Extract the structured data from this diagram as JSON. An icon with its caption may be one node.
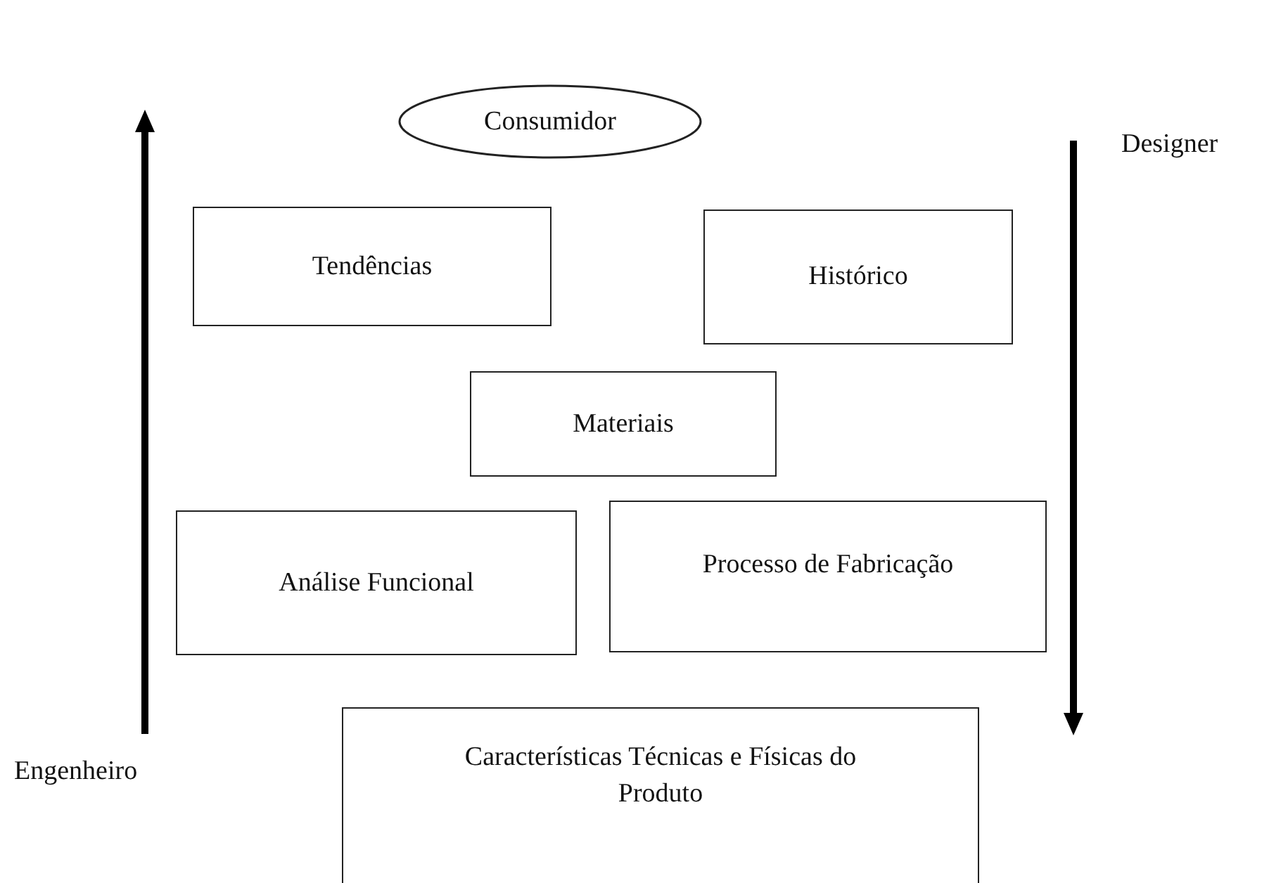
{
  "diagram": {
    "nodes": [
      {
        "text": [
          "Consumidor"
        ]
      },
      {
        "text": [
          "Tendências"
        ]
      },
      {
        "text": [
          "Histórico"
        ]
      },
      {
        "text": [
          "Materiais"
        ]
      },
      {
        "text": [
          "Análise Funcional"
        ]
      },
      {
        "text": [
          "Processo de Fabricação"
        ]
      },
      {
        "text": [
          "Características Técnicas e Físicas do Produto"
        ]
      }
    ],
    "edges": [],
    "labels": [
      "Engenheiro",
      "Designer"
    ]
  }
}
